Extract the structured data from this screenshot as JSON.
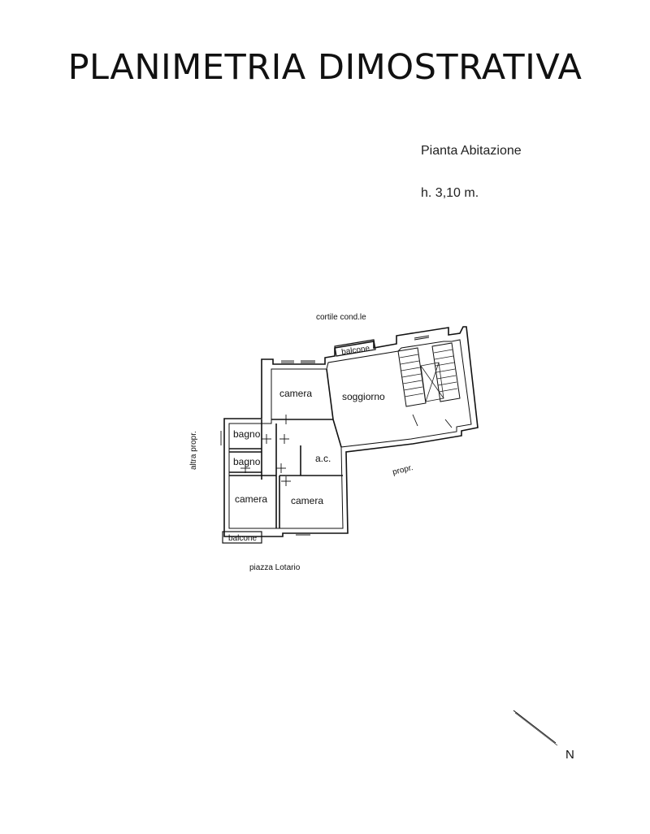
{
  "title": "PLANIMETRIA DIMOSTRATIVA",
  "plan_name": "Pianta Abitazione",
  "height_label": "h. 3,10 m.",
  "surroundings": {
    "north": "cortile cond.le",
    "west": "altra propr.",
    "east": "propr.",
    "south": "piazza Lotario"
  },
  "rooms": {
    "camera_top": "camera",
    "soggiorno": "soggiorno",
    "bagno_1": "bagno",
    "bagno_2": "bagno",
    "ac": "a.c.",
    "camera_left": "camera",
    "camera_right": "camera"
  },
  "balconies": {
    "top": "balcone",
    "bottom": "balcone"
  },
  "compass": {
    "label": "N"
  }
}
